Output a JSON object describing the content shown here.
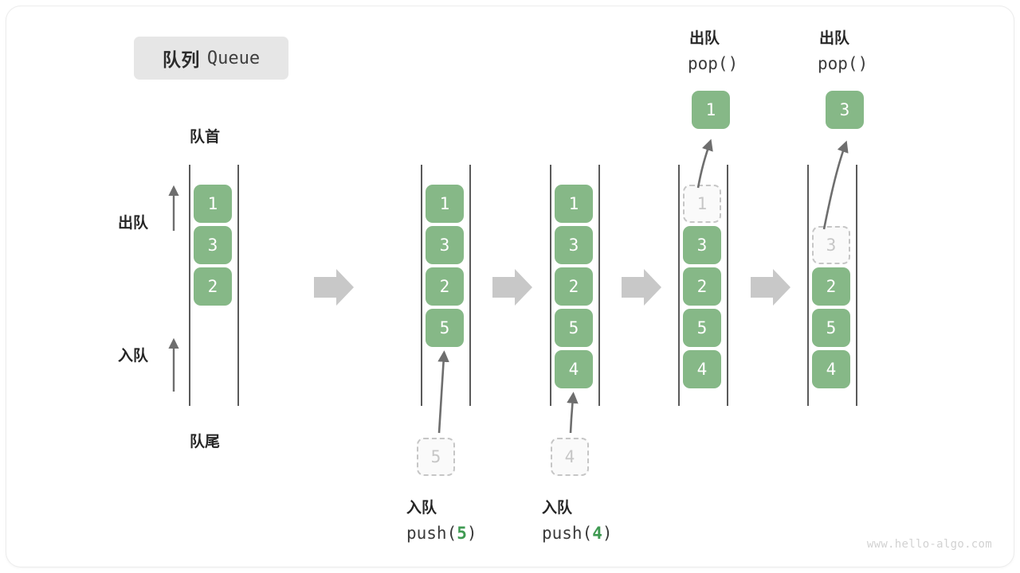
{
  "title": {
    "cn": "队列",
    "en": "Queue"
  },
  "labels": {
    "head": "队首",
    "tail": "队尾",
    "dequeue": "出队",
    "enqueue": "入队",
    "pop_call": "pop()"
  },
  "colors": {
    "element": "#86b887",
    "ghost_border": "#c6c6c6",
    "rail": "#5a5a5a",
    "step_arrow": "#c8c8c8",
    "badge_bg": "#e6e6e6",
    "accent_number": "#3f9a52"
  },
  "columns": [
    {
      "name": "initial-queue",
      "cells": [
        "1",
        "3",
        "2"
      ],
      "ghost": null,
      "caption_cn": null,
      "caption_code": null,
      "popped": null
    },
    {
      "name": "after-push-5",
      "cells": [
        "1",
        "3",
        "2",
        "5"
      ],
      "ghost": "5",
      "caption_cn": "入队",
      "caption_code_prefix": "push(",
      "caption_code_value": "5",
      "caption_code_suffix": ")",
      "popped": null
    },
    {
      "name": "after-push-4",
      "cells": [
        "1",
        "3",
        "2",
        "5",
        "4"
      ],
      "ghost": "4",
      "caption_cn": "入队",
      "caption_code_prefix": "push(",
      "caption_code_value": "4",
      "caption_code_suffix": ")",
      "popped": null
    },
    {
      "name": "after-pop-1",
      "cells": [
        "3",
        "2",
        "5",
        "4"
      ],
      "ghost_top": "1",
      "caption_cn": "出队",
      "caption_code": "pop()",
      "popped": "1"
    },
    {
      "name": "after-pop-3",
      "cells": [
        "2",
        "5",
        "4"
      ],
      "ghost_top": "3",
      "caption_cn": "出队",
      "caption_code": "pop()",
      "popped": "3"
    }
  ],
  "watermark": "www.hello-algo.com"
}
